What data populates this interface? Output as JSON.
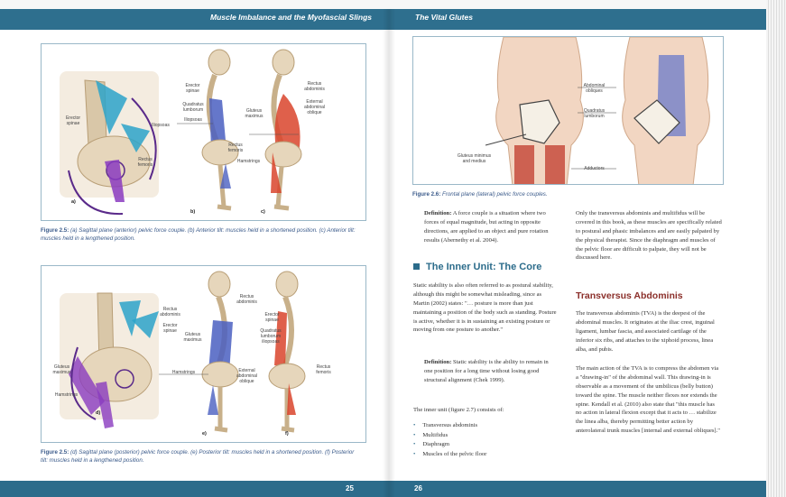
{
  "header": {
    "left_title": "Muscle Imbalance and the Myofascial Slings",
    "right_title": "The Vital Glutes"
  },
  "footer": {
    "left_page": "25",
    "right_page": "26"
  },
  "figure_top": {
    "labels": {
      "erector_a": "Erector\nspinae",
      "iliopsoas_a": "Iliopsoas",
      "rectus_femoris_a": "Rectus\nfemoris",
      "erector_b": "Erector\nspinae",
      "quadratus_b": "Quadratus\nlumborum",
      "iliopsoas_b": "Iliopsoas",
      "rectus_femoris_b": "Rectus\nfemoris",
      "hamstrings_c": "Hamstrings",
      "rectus_abdominis_c": "Rectus\nabdominis",
      "gluteus_maximus_c": "Gluteus\nmaximus",
      "external_oblique_c": "External\nabdominal\noblique",
      "panel_a": "a)",
      "panel_b": "b)",
      "panel_c": "c)"
    },
    "caption_label": "Figure 2.5:",
    "caption_text": " (a) Sagittal plane (anterior) pelvic force couple. (b) Anterior tilt: muscles held in a shortened position. (c) Anterior tilt: muscles held in a lengthened position."
  },
  "figure_bottom": {
    "labels": {
      "rectus_abdominis_d": "Rectus\nabdominis",
      "erector_d": "Erector\nspinae",
      "gluteus_maximus_d": "Gluteus\nmaximus",
      "hamstrings_d": "Hamstrings",
      "rectus_abdominis_e": "Rectus\nabdominis",
      "gluteus_maximus_e": "Gluteus\nmaximus",
      "hamstrings_e": "Hamstrings",
      "external_oblique_e": "External\nabdominal\noblique",
      "erector_f": "Erector\nspinae",
      "quadratus_f": "Quadratus\nlumborum\niliopsoas",
      "rectus_femoris_f": "Rectus\nfemoris",
      "panel_d": "d)",
      "panel_e": "e)",
      "panel_f": "f)"
    },
    "caption_label": "Figure 2.5:",
    "caption_text": " (d) Sagittal plane (posterior) pelvic force couple. (e) Posterior tilt: muscles held in a shortened position. (f) Posterior tilt: muscles held in a lengthened position."
  },
  "figure_right": {
    "labels": {
      "abdominal_obliques": "Abdominal\nobliques",
      "quadratus": "Quadratus\nlumborum",
      "gluteus_min_med": "Gluteus minimus\nand medius",
      "adductors": "Adductors"
    },
    "caption_label": "Figure 2.6:",
    "caption_text": " Frontal plane (lateral) pelvic force couples."
  },
  "right_page": {
    "definition_force_couple_label": "Definition:",
    "definition_force_couple_text": " A force couple is a situation where two forces of equal magnitude, but acting in opposite directions, are applied to an object and pure rotation results (Abernethy et al. 2004).",
    "col2_para1": "Only the transversus abdominis and multifidus will be covered in this book, as these muscles are specifically related to postural and phasic imbalances and are easily palpated by the physical therapist. Since the diaphragm and muscles of the pelvic floor are difficult to palpate, they will not be discussed here.",
    "inner_unit_heading": "The Inner Unit: The Core",
    "inner_unit_para": "Static stability is also often referred to as postural stability, although this might be somewhat misleading, since as Martin (2002) states: \"… posture is more than just maintaining a position of the body such as standing. Posture is active, whether it is in sustaining an existing posture or moving from one posture to another.\"",
    "definition_static_label": "Definition:",
    "definition_static_text": " Static stability is the ability to remain in one position for a long time without losing good structural alignment (Chek 1999).",
    "inner_unit_list_intro": "The inner unit (figure 2.7) consists of:",
    "inner_unit_list": [
      "Transversus abdominis",
      "Multifidus",
      "Diaphragm",
      "Muscles of the pelvic floor"
    ],
    "tva_heading": "Transversus Abdominis",
    "tva_para1": "The transversus abdominis (TVA) is the deepest of the abdominal muscles. It originates at the iliac crest, inguinal ligament, lumbar fascia, and associated cartilage of the inferior six ribs, and attaches to the xiphoid process, linea alba, and pubis.",
    "tva_para2": "The main action of the TVA is to compress the abdomen via a \"drawing-in\" of the abdominal wall. This drawing-in is observable as a movement of the umbilicus (belly button) toward the spine. The muscle neither flexes nor extends the spine. Kendall et al. (2010) also state that \"this muscle has no action in lateral flexion except that it acts to … stabilize the linea alba, thereby permitting better action by anterolateral trunk muscles [internal and external obliques].\""
  }
}
